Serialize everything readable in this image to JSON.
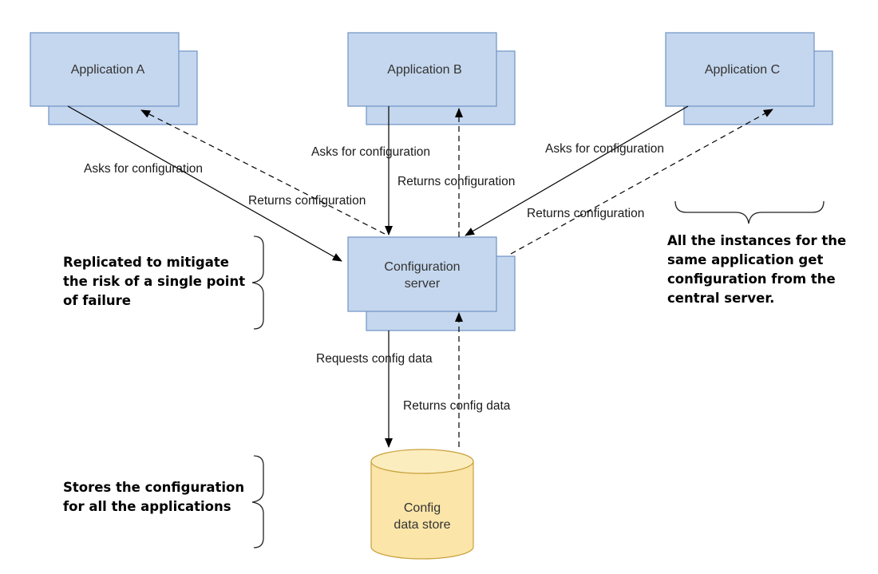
{
  "nodes": {
    "app_a": "Application A",
    "app_b": "Application B",
    "app_c": "Application C",
    "config_server_line1": "Configuration",
    "config_server_line2": "server",
    "data_store_line1": "Config",
    "data_store_line2": "data store"
  },
  "edges": {
    "a_asks": "Asks for configuration",
    "a_returns": "Returns configuration",
    "b_asks": "Asks for configuration",
    "b_returns": "Returns configuration",
    "c_asks": "Asks for configuration",
    "c_returns": "Returns configuration",
    "requests_data": "Requests config data",
    "returns_data": "Returns config data"
  },
  "notes": {
    "replicated": [
      "Replicated to mitigate",
      "the risk of a single point",
      "of failure"
    ],
    "instances": [
      "All the instances for the",
      "same application get",
      "configuration from the",
      "central server."
    ],
    "stores": [
      "Stores the configuration",
      "for all the applications"
    ]
  },
  "colors": {
    "box_fill": "#c5d7ee",
    "box_stroke": "#6f93c5",
    "store_fill": "#fbe5a8",
    "store_stroke": "#c9a13c"
  }
}
